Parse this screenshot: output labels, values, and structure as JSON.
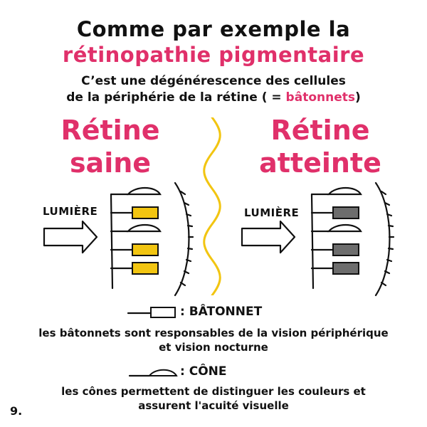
{
  "title": {
    "line1": "Comme par exemple la",
    "line2": "rétinopathie pigmentaire"
  },
  "description": {
    "line1": "C’est une dégénérescence des cellules",
    "line2_prefix": "de la périphérie de la rétine ( = ",
    "line2_highlight": "bâtonnets",
    "line2_suffix": ")"
  },
  "panels": {
    "left": {
      "title_line1": "Rétine",
      "title_line2": "saine",
      "light_label": "LUMIÈRE",
      "rod_color": "#f2c511"
    },
    "right": {
      "title_line1": "Rétine",
      "title_line2": "atteinte",
      "light_label": "LUMIÈRE",
      "rod_color": "#6d6d6d"
    }
  },
  "legend": {
    "rod_label": ": BÂTONNET",
    "rod_desc_line1": "les bâtonnets sont responsables de la vision périphérique",
    "rod_desc_line2": "et vision nocturne",
    "cone_label": ": CÔNE",
    "cone_desc_line1": "les cônes permettent de distinguer les couleurs et",
    "cone_desc_line2": "assurent l'acuité visuelle"
  },
  "page_number": "9.",
  "colors": {
    "accent": "#e0306a",
    "divider": "#f2c511"
  }
}
